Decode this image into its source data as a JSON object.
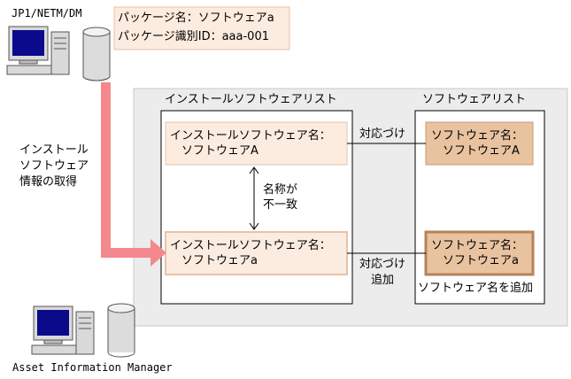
{
  "server": {
    "name": "JP1/NETM/DM",
    "package_name": "パッケージ名：ソフトウェアa",
    "package_id": "パッケージ識別ID：aaa-001"
  },
  "flow_label": [
    "インストール",
    "ソフトウェア",
    "情報の取得"
  ],
  "installed_list": {
    "title": "インストールソフトウェアリスト",
    "item_a": [
      "インストールソフトウェア名：",
      "ソフトウェアA"
    ],
    "item_b": [
      "インストールソフトウェア名：",
      "ソフトウェアa"
    ]
  },
  "mismatch_label": [
    "名称が",
    "不一致"
  ],
  "software_list": {
    "title": "ソフトウェアリスト",
    "item_a": [
      "ソフトウェア名：",
      "ソフトウェアA"
    ],
    "item_b": [
      "ソフトウェア名：",
      "ソフトウェアa"
    ],
    "added_label": "ソフトウェア名を追加"
  },
  "link_label_1": "対応づけ",
  "link_label_2": [
    "対応づけ",
    "追加"
  ],
  "aim": {
    "name": "Asset Information Manager"
  },
  "colors": {
    "panel_bg": "#ececec",
    "installed_box": "#fcebdf",
    "installed_border": "#e8c3a8",
    "software_box": "#e9c2a0",
    "software_border": "#c99a72",
    "arrow": "#f4888c",
    "computer_screen": "#0a0a8a"
  }
}
